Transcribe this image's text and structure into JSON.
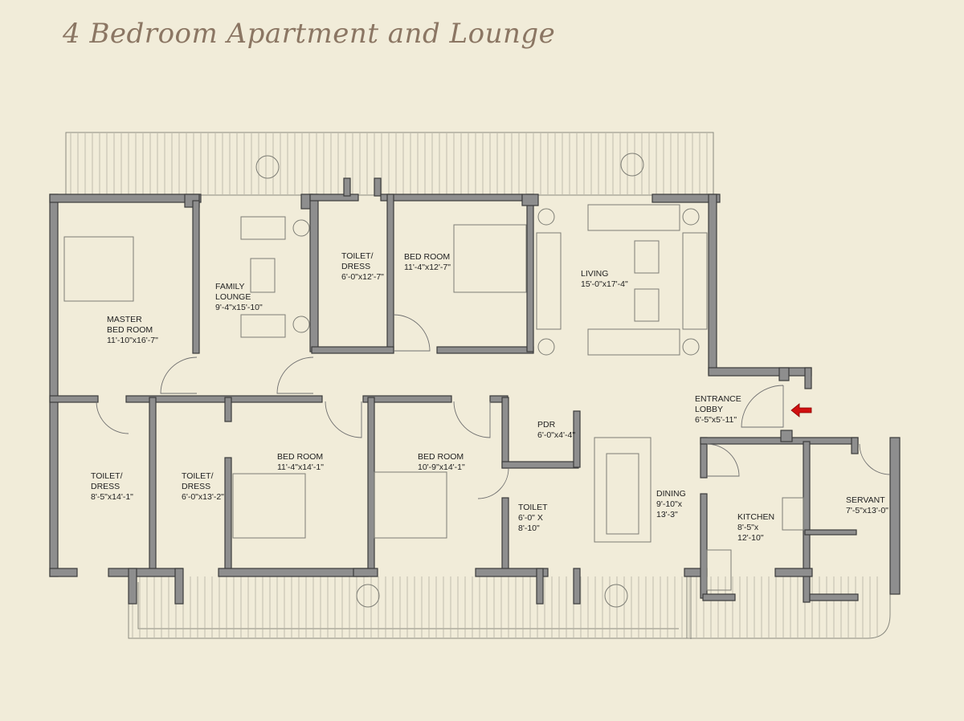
{
  "title": "4 Bedroom Apartment and Lounge",
  "colors": {
    "background": "#f1ecd9",
    "walls": "#8e8e8e",
    "title": "#8b7663",
    "entrance_arrow": "#d01010"
  },
  "rooms": [
    {
      "name": "MASTER",
      "name2": "BED ROOM",
      "size": "11'-10\"x16'-7\""
    },
    {
      "name": "FAMILY",
      "name2": "LOUNGE",
      "size": "9'-4\"x15'-10\""
    },
    {
      "name": "TOILET/",
      "name2": "DRESS",
      "size": "6'-0\"x12'-7\""
    },
    {
      "name": "BED ROOM",
      "size": "11'-4\"x12'-7\""
    },
    {
      "name": "LIVING",
      "size": "15'-0\"x17'-4\""
    },
    {
      "name": "ENTRANCE",
      "name2": "LOBBY",
      "size": "6'-5\"x5'-11\""
    },
    {
      "name": "TOILET/",
      "name2": "DRESS",
      "size": "8'-5\"x14'-1\""
    },
    {
      "name": "TOILET/",
      "name2": "DRESS",
      "size": "6'-0\"x13'-2\""
    },
    {
      "name": "BED ROOM",
      "size": "11'-4\"x14'-1\""
    },
    {
      "name": "BED ROOM",
      "size": "10'-9\"x14'-1\""
    },
    {
      "name": "PDR",
      "size": "6'-0\"x4'-4\""
    },
    {
      "name": "TOILET",
      "name2": "6'-0\" X",
      "size": "8'-10\""
    },
    {
      "name": "DINING",
      "name2": "9'-10\"x",
      "size": "13'-3\""
    },
    {
      "name": "KITCHEN",
      "name2": "8'-5\"x",
      "size": "12'-10\""
    },
    {
      "name": "SERVANT",
      "size": "7'-5\"x13'-0\""
    }
  ]
}
